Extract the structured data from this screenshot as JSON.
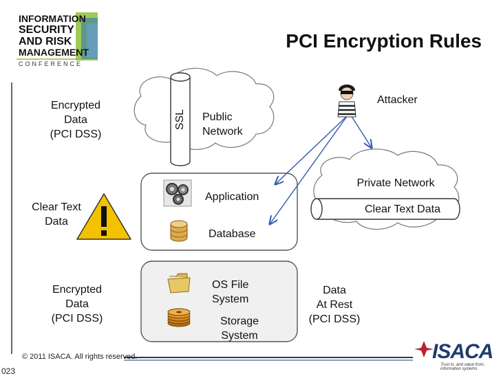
{
  "logo": {
    "lines": [
      "INFORMATION",
      "SECURITY",
      "AND RISK",
      "MANAGEMENT"
    ],
    "conference": "CONFERENCE"
  },
  "title": "PCI Encryption Rules",
  "labels": {
    "encrypted_top": "Encrypted\nData\n(PCI DSS)",
    "ssl": "SSL",
    "public_network": "Public\nNetwork",
    "attacker": "Attacker",
    "private_network": "Private Network",
    "clear_text_data": "Clear Text Data",
    "application": "Application",
    "database": "Database",
    "clear_text_left": "Clear Text\nData",
    "encrypted_bottom": "Encrypted\nData\n(PCI DSS)",
    "os_file_system": "OS File\nSystem",
    "storage_system": "Storage\nSystem",
    "data_at_rest": "Data\nAt Rest\n(PCI DSS)"
  },
  "footer": {
    "copyright": "© 2011 ISACA. All rights reserved.",
    "slide_number": "023",
    "brand": "ISACA",
    "tagline": "Trust in, and value from, information systems"
  },
  "icons": {
    "warning": "warning-triangle-icon",
    "attacker": "burglar-icon",
    "gears": "gears-icon",
    "database": "database-icon",
    "folder": "folder-icon",
    "disks": "disk-stack-icon"
  },
  "colors": {
    "warning_fill": "#f2c200",
    "folder": "#e8c766",
    "disks": "#d98a1f",
    "db": "#e0a94a",
    "isaca": "#1f3b6b",
    "isaca_accent": "#b8232f",
    "logo_green": "#8fbf3a",
    "logo_blue": "#2a6fb4"
  }
}
